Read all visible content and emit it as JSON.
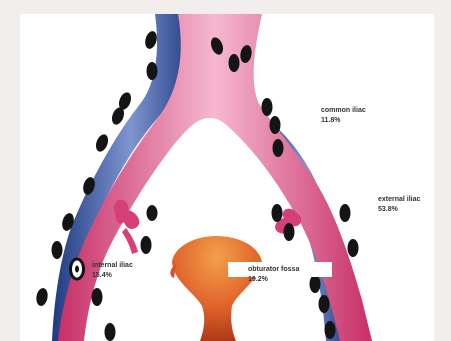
{
  "labels": {
    "common_iliac": {
      "name": "common iliac",
      "value": "11.8%"
    },
    "external_iliac": {
      "name": "external iliac",
      "value": "53.8%"
    },
    "internal_iliac": {
      "name": "internal iliac",
      "value": "15.4%"
    },
    "obturator_fossa": {
      "name": "obturator  fossa",
      "value": "19.2%"
    }
  },
  "colors": {
    "background": "#f3eeee",
    "panel": "#ffffff",
    "artery": "#d63f78",
    "artery_highlight": "#f6b8cf",
    "vein": "#27448f",
    "vein_highlight": "#7f95d0",
    "uterus": "#c8461f",
    "uterus_highlight": "#f2a04a",
    "lymph_node": "#141414"
  }
}
